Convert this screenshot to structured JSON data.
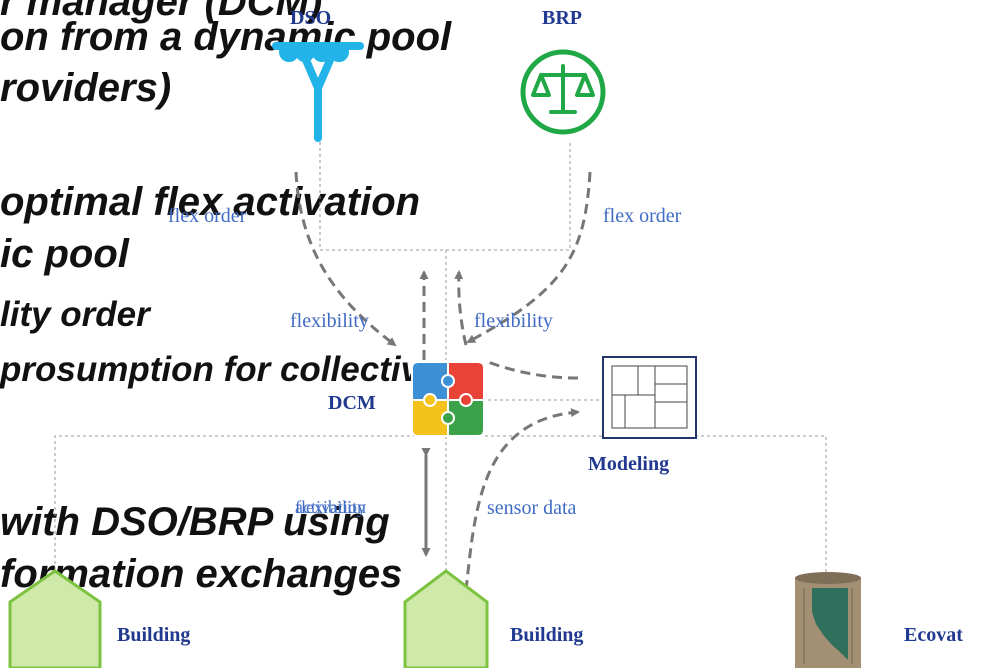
{
  "background_text": [
    "r manager (DCM)",
    "on from a dynamic pool",
    "roviders)",
    "optimal flex activation",
    "ic pool",
    "lity order",
    "prosumption for collective",
    "with DSO/BRP using",
    "formation exchanges"
  ],
  "nodes": {
    "dso": "DSO",
    "brp": "BRP",
    "dcm": "DCM",
    "modeling": "Modeling",
    "building_left": "Building",
    "building_mid": "Building",
    "ecovat": "Ecovat"
  },
  "edge_labels": {
    "flex_order_left": "flex order",
    "flex_order_right": "flex order",
    "flexibility_left": "flexibility",
    "flexibility_right": "flexibility",
    "flexibility_low": "flexibility",
    "activation_low": "activation",
    "sensor_data": "sensor data"
  },
  "colors": {
    "node_label": "#213a8f",
    "edge_label": "#3f6bc4",
    "dso_icon": "#22b3e8",
    "brp_icon": "#21a846",
    "building_fill": "#cfe9a9",
    "building_stroke": "#7dc341",
    "arrow_gray": "#777777",
    "guide_line": "#999999"
  },
  "icons": {
    "dso": "power-pylon-icon",
    "brp": "scales-of-justice-icon",
    "dcm": "puzzle-icon",
    "modeling": "floor-plan-icon",
    "building": "house-icon",
    "ecovat": "storage-tank-icon"
  }
}
